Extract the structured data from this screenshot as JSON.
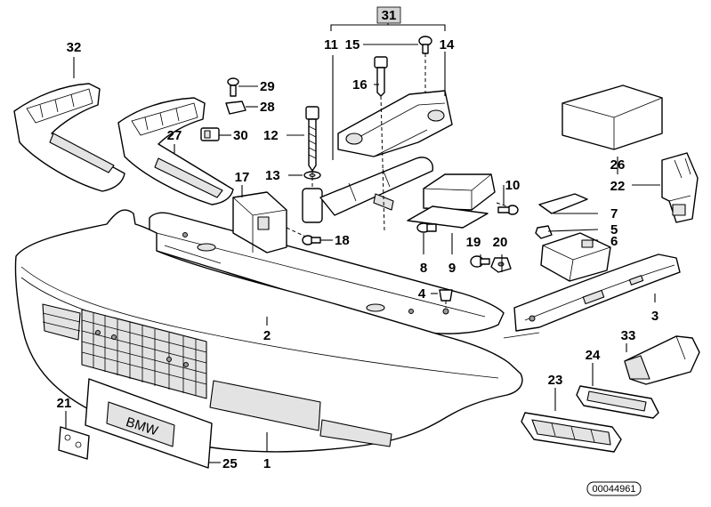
{
  "diagram": {
    "callouts": {
      "c1": "1",
      "c2": "2",
      "c3": "3",
      "c4": "4",
      "c5": "5",
      "c6": "6",
      "c7": "7",
      "c8": "8",
      "c9": "9",
      "c10": "10",
      "c11": "11",
      "c12": "12",
      "c13": "13",
      "c14": "14",
      "c15": "15",
      "c16": "16",
      "c17": "17",
      "c18": "18",
      "c19": "19",
      "c20": "20",
      "c21": "21",
      "c22": "22",
      "c23": "23",
      "c24": "24",
      "c25": "25",
      "c26": "26",
      "c27": "27",
      "c28": "28",
      "c29": "29",
      "c30": "30",
      "c31": "31",
      "c32": "32",
      "c33": "33"
    },
    "plate_text": "BMW",
    "reference_number": "00044961"
  }
}
